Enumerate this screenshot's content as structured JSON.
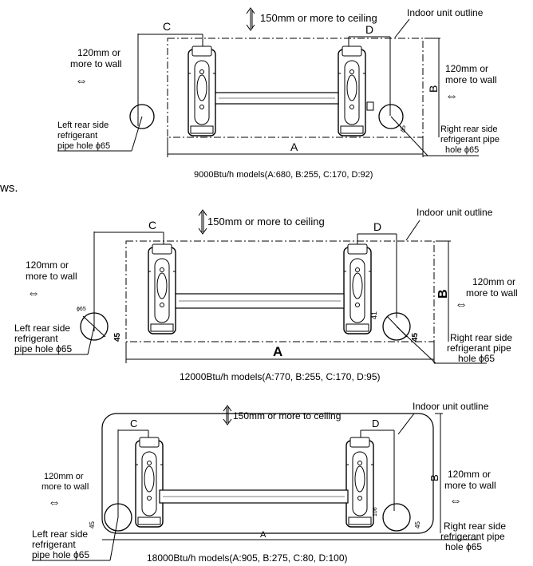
{
  "fragment": "ws.",
  "diagrams": [
    {
      "ceiling": "150mm or more to ceiling",
      "outline": "Indoor unit outline",
      "wall_left": [
        "120mm or",
        "more to wall"
      ],
      "wall_right": [
        "120mm or",
        "more to wall"
      ],
      "left_hole": [
        "Left rear side",
        "refrigerant",
        "pipe hole  ϕ65"
      ],
      "right_hole": [
        "Right rear side",
        "refrigerant pipe",
        "hole  ϕ65"
      ],
      "label_a": "A",
      "label_b": "B",
      "label_c": "C",
      "label_d": "D",
      "dim_small": "45",
      "caption": "9000Btu/h models(A:680, B:255, C:170,  D:92)"
    },
    {
      "ceiling": "150mm or more to ceiling",
      "outline": "Indoor unit outline",
      "wall_left": [
        "120mm or",
        "more to wall"
      ],
      "wall_right": [
        "120mm or",
        "more to wall"
      ],
      "left_hole": [
        "Left rear side",
        "refrigerant",
        "pipe hole  ϕ65"
      ],
      "right_hole": [
        "Right rear side",
        "refrigerant pipe",
        "hole  ϕ65"
      ],
      "label_a": "A",
      "label_b": "B",
      "label_c": "C",
      "label_d": "D",
      "dim_small": "45",
      "dim_41": "41",
      "phi_small": "ϕ65",
      "caption": "12000Btu/h models(A:770, B:255, C:170,  D:95)"
    },
    {
      "ceiling": "150mm or more to ceiling",
      "outline": "Indoor unit outline",
      "wall_left": [
        "120mm or",
        "more to wall"
      ],
      "wall_right": [
        "120mm or",
        "more to wall"
      ],
      "left_hole": [
        "Left rear side",
        "refrigerant",
        "pipe hole  ϕ65"
      ],
      "right_hole": [
        "Right rear side",
        "refrigerant pipe",
        "hole  ϕ65"
      ],
      "label_a": "A",
      "label_b": "B",
      "label_c": "C",
      "label_d": "D",
      "dim_small": "45",
      "dim_106": "106",
      "caption": "18000Btu/h models(A:905, B:275, C:80,  D:100)"
    }
  ]
}
